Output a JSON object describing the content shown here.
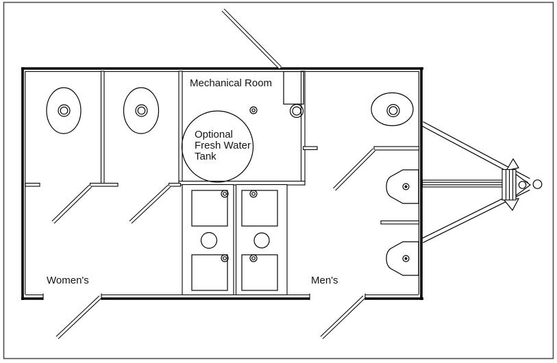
{
  "plan": {
    "type": "floor-plan",
    "labels": {
      "mechanical_room": "Mechanical Room",
      "tank": [
        "Optional",
        "Fresh Water",
        "Tank"
      ],
      "womens": "Women's",
      "mens": "Men's"
    },
    "colors": {
      "line": "#000000",
      "background": "#ffffff",
      "frame": "#4d4d4d",
      "text": "#121212"
    }
  }
}
